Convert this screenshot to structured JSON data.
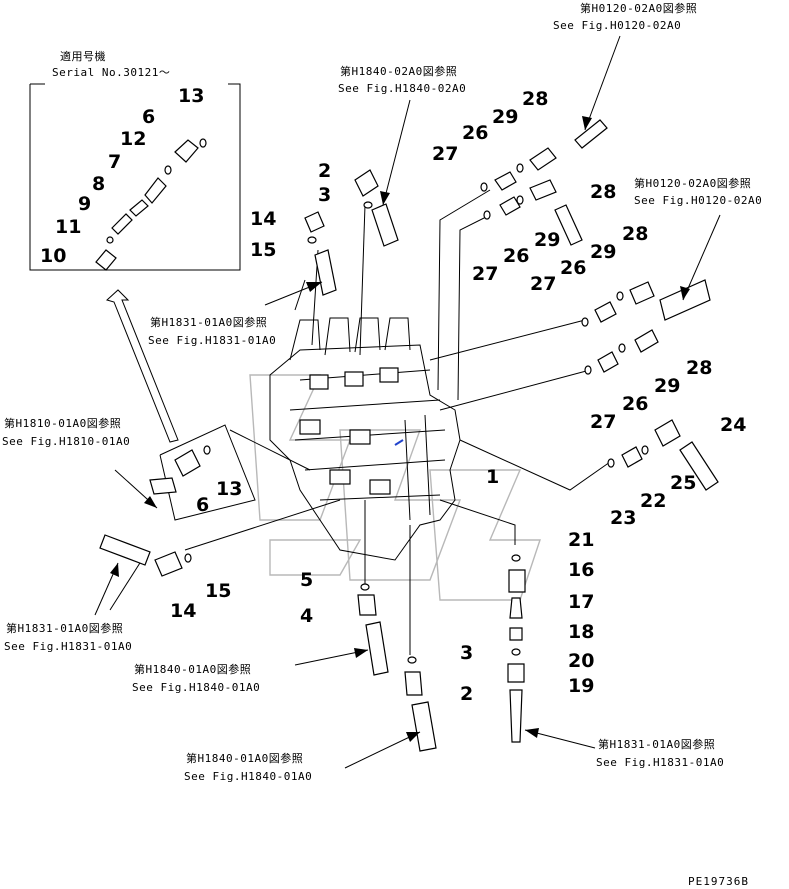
{
  "inset": {
    "title": "適用号機",
    "serial": "Serial No.30121～"
  },
  "refs": [
    {
      "id": "h0120-top",
      "jp": "第H0120-02A0図参照",
      "en": "See Fig.H0120-02A0"
    },
    {
      "id": "h1840-top",
      "jp": "第H1840-02A0図参照",
      "en": "See Fig.H1840-02A0"
    },
    {
      "id": "h0120-right",
      "jp": "第H0120-02A0図参照",
      "en": "See Fig.H0120-02A0"
    },
    {
      "id": "h1831-mid",
      "jp": "第H1831-01A0図参照",
      "en": "See Fig.H1831-01A0"
    },
    {
      "id": "h1810-left",
      "jp": "第H1810-01A0図参照",
      "en": "See Fig.H1810-01A0"
    },
    {
      "id": "h1831-lower-left",
      "jp": "第H1831-01A0図参照",
      "en": "See Fig.H1831-01A0"
    },
    {
      "id": "h1840-lower",
      "jp": "第H1840-01A0図参照",
      "en": "See Fig.H1840-01A0"
    },
    {
      "id": "h1831-lower-right",
      "jp": "第H1831-01A0図参照",
      "en": "See Fig.H1831-01A0"
    },
    {
      "id": "h1840-bottom",
      "jp": "第H1840-01A0図参照",
      "en": "See Fig.H1840-01A0"
    }
  ],
  "callouts": [
    "13",
    "6",
    "12",
    "7",
    "8",
    "9",
    "11",
    "10",
    "2",
    "3",
    "14",
    "15",
    "27",
    "26",
    "29",
    "28",
    "28",
    "27",
    "26",
    "29",
    "28",
    "29",
    "27",
    "26",
    "28",
    "29",
    "26",
    "27",
    "24",
    "1",
    "25",
    "22",
    "23",
    "6",
    "13",
    "15",
    "14",
    "5",
    "4",
    "3",
    "2",
    "21",
    "16",
    "17",
    "18",
    "20",
    "19"
  ],
  "drawing_code": "PE19736B"
}
